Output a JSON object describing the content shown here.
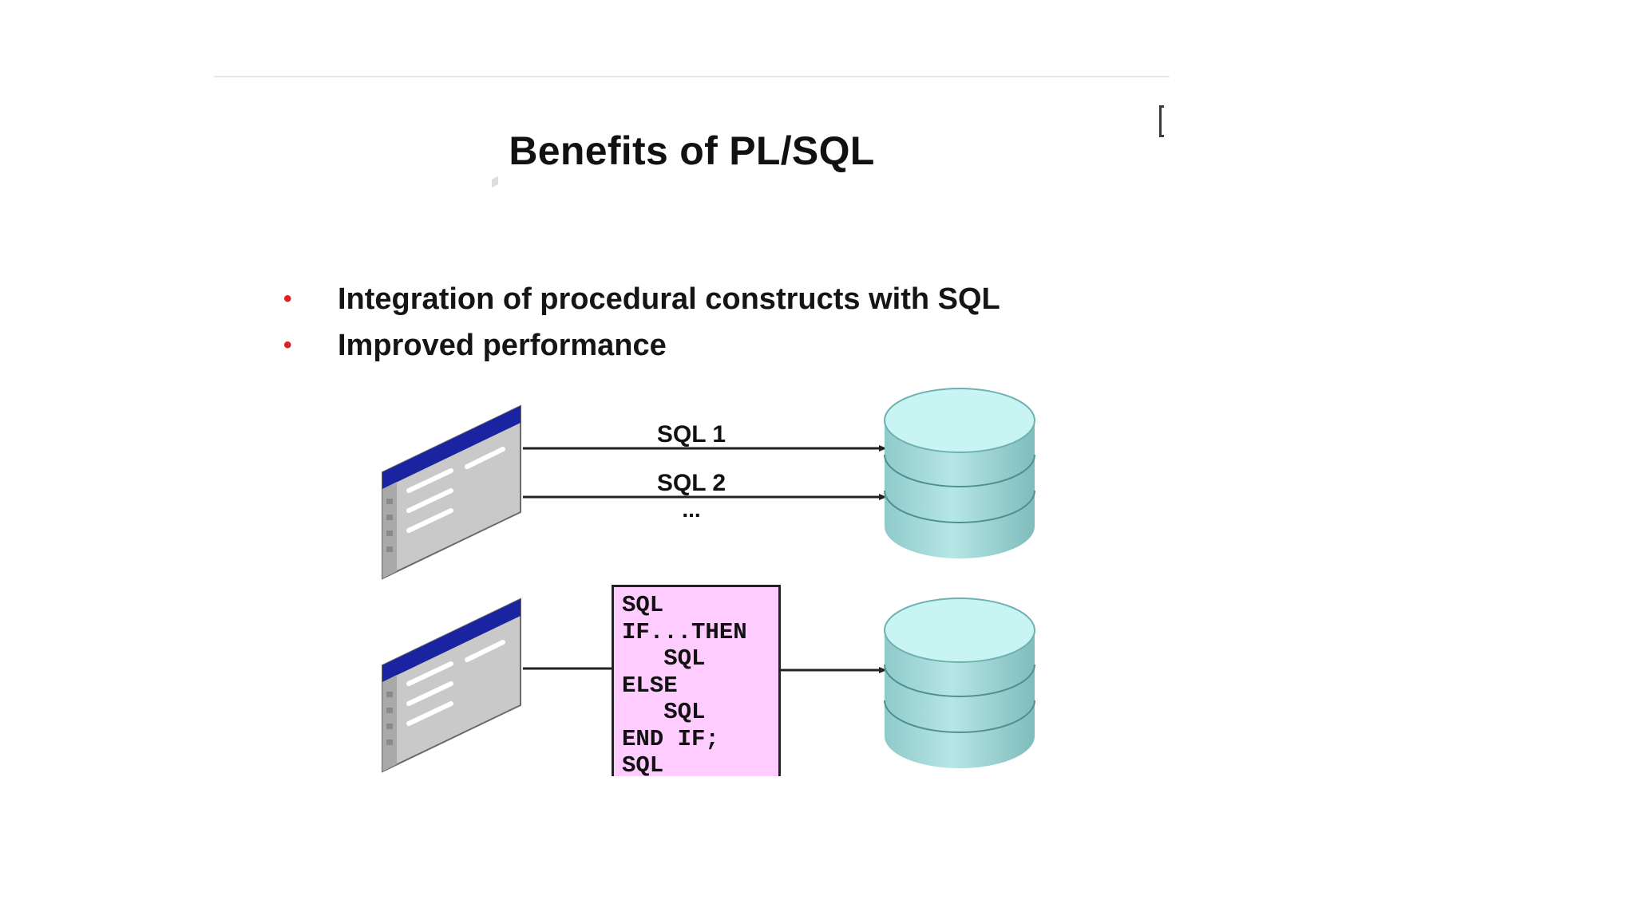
{
  "slide": {
    "title": "Benefits of PL/SQL",
    "bullets": [
      "Integration of procedural constructs with SQL",
      "Improved performance"
    ]
  },
  "diagram": {
    "top": {
      "arrow_labels": [
        "SQL 1",
        "SQL 2"
      ],
      "ellipsis": "..."
    },
    "bottom": {
      "code_lines": [
        "SQL",
        "IF...THEN",
        "   SQL",
        "ELSE",
        "   SQL",
        "END IF;",
        "SQL"
      ]
    }
  },
  "colors": {
    "bullet": "#e02020",
    "codebox_fill": "#ffccff",
    "db_top": "#c8f4f4",
    "db_side": "#9fd6d6",
    "window_bar": "#1a24a0",
    "window_body": "#c9c9c9"
  },
  "icons": [
    "client-window-icon",
    "database-icon"
  ]
}
